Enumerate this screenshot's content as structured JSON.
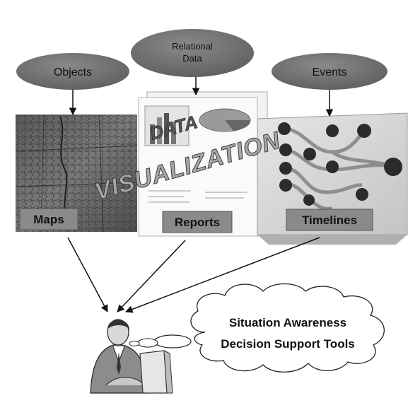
{
  "nodes": {
    "objects": "Objects",
    "relational_data_line1": "Relational",
    "relational_data_line2": "Data",
    "events": "Events"
  },
  "panels": {
    "maps": "Maps",
    "reports": "Reports",
    "timelines": "Timelines"
  },
  "banner": {
    "line1": "DATA",
    "line2": "VISUALIZATION"
  },
  "thought_bubble": {
    "line1": "Situation Awareness",
    "line2": "Decision Support Tools"
  },
  "colors": {
    "ellipse_fill": "#6e6e6e",
    "label_box_fill": "#8c8c8c",
    "arrow": "#111111",
    "banner_fill": "#a8a8a8"
  }
}
